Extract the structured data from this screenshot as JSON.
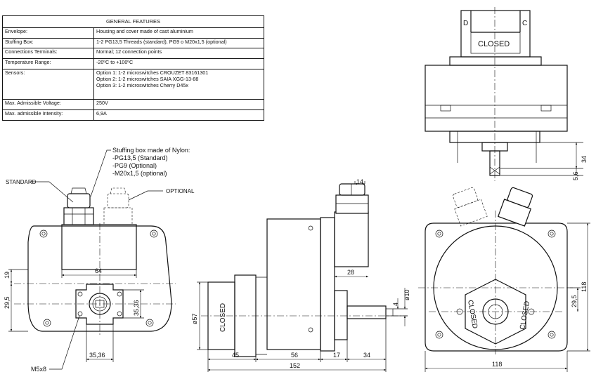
{
  "table": {
    "title": "GENERAL FEATURES",
    "rows": [
      {
        "label": "Envelope:",
        "value": "Housing and cover made of cast aluminium"
      },
      {
        "label": "Stuffing Box:",
        "value": "1-2 PG13,5 Threads (standard), PG9 o M20x1,5 (optional)"
      },
      {
        "label": "Connections Terminals:",
        "value": "Normal; 12 connection points"
      },
      {
        "label": "Temperature Range:",
        "value": "-20ºC to +100ºC"
      },
      {
        "label": "Sensors:",
        "lines": [
          "Option 1: 1-2 microswitches CROUZET 83161301",
          "Option 2: 1-2 microswitches SAIA XGG-13-88",
          "Option 3: 1-2 microswitches Cherry D45x"
        ]
      },
      {
        "label": "Max. Admissible Voltage:",
        "value": "250V"
      },
      {
        "label": "Max. admissible Intensity:",
        "value": "6,9A"
      }
    ]
  },
  "notes": {
    "stuffing_title": "Stuffing box made of Nylon:",
    "stuffing_lines": [
      "-PG13,5 (Standard)",
      "-PG9 (Optional)",
      "-M20x1,5 (optional)"
    ],
    "standard": "STANDARD",
    "optional": "OPTIONAL",
    "screw": "M5x8"
  },
  "labels": {
    "top_d": "D",
    "top_c": "C",
    "closed": "CLOSED"
  },
  "dims": {
    "d64": "64",
    "d19": "19",
    "d29_5": "29,5",
    "d35_36": "35,36",
    "d14": "14",
    "d28": "28",
    "dia57": "ø57",
    "dia10": "ø10",
    "d4": "4",
    "d45": "45",
    "d56": "56",
    "d17": "17",
    "d34": "34",
    "d152": "152",
    "d118": "118",
    "d5_6": "5,6"
  }
}
